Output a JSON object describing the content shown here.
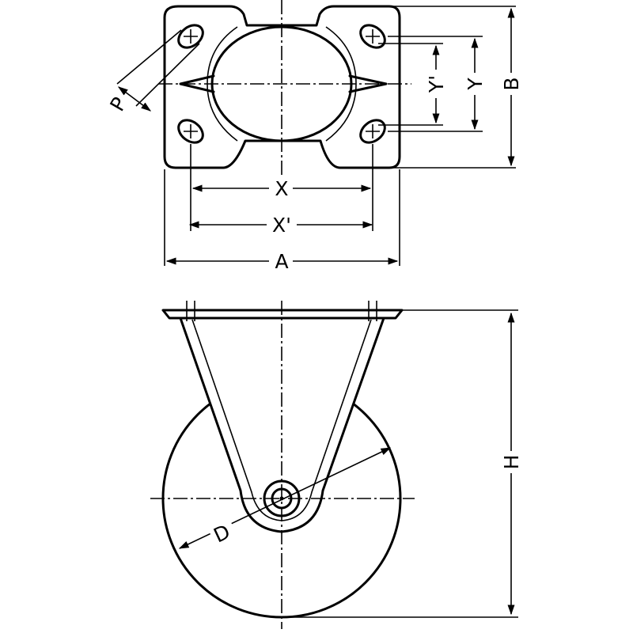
{
  "labels": {
    "A": "A",
    "B": "B",
    "X": "X",
    "X_prime": "X'",
    "Y": "Y",
    "Y_prime": "Y'",
    "P": "P",
    "H": "H",
    "D": "D"
  },
  "colors": {
    "line": "#000000",
    "background": "#ffffff"
  }
}
